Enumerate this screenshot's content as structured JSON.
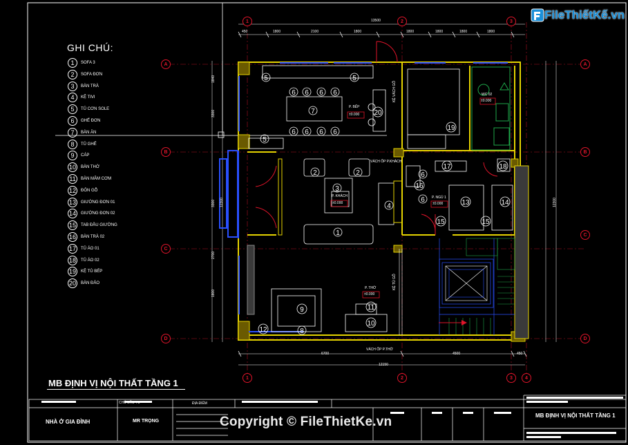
{
  "logo": {
    "text": "FileThiếtKế.vn"
  },
  "legend": {
    "title": "GHI CHÚ:",
    "items": [
      {
        "n": "1",
        "t": "SOFA 3"
      },
      {
        "n": "2",
        "t": "SOFA ĐƠN"
      },
      {
        "n": "3",
        "t": "BÀN TRÀ"
      },
      {
        "n": "4",
        "t": "KỆ TIVI"
      },
      {
        "n": "5",
        "t": "TỦ CƠN SOLE"
      },
      {
        "n": "6",
        "t": "GHẾ ĐƠN"
      },
      {
        "n": "7",
        "t": "BÀN ĂN"
      },
      {
        "n": "8",
        "t": "TỦ GHẾ"
      },
      {
        "n": "9",
        "t": "CÁP"
      },
      {
        "n": "10",
        "t": "BÀN THỜ"
      },
      {
        "n": "11",
        "t": "BÀN MÂM CƠM"
      },
      {
        "n": "12",
        "t": "ĐÔN GỖ"
      },
      {
        "n": "13",
        "t": "GIƯỜNG ĐƠN 01"
      },
      {
        "n": "14",
        "t": "GIƯỜNG ĐƠN 02"
      },
      {
        "n": "15",
        "t": "TAB ĐẦU GIƯỜNG"
      },
      {
        "n": "16",
        "t": "BÀN TRÀ 02"
      },
      {
        "n": "17",
        "t": "TỦ ÁO 01"
      },
      {
        "n": "18",
        "t": "TỦ ÁO 02"
      },
      {
        "n": "19",
        "t": "KỆ TỦ BẾP"
      },
      {
        "n": "20",
        "t": "BÀN ĐẢO"
      }
    ]
  },
  "axes": {
    "rows": [
      "A",
      "B",
      "C",
      "D"
    ],
    "cols": [
      "1",
      "2",
      "3",
      "4"
    ]
  },
  "rooms": [
    {
      "name": "P. BẾP",
      "level": "±0.000"
    },
    {
      "name": "P. KHÁCH",
      "level": "±0.000"
    },
    {
      "name": "P. NGỦ 1",
      "level": "±0.000"
    },
    {
      "name": "P. THỜ",
      "level": "±0.000"
    },
    {
      "name": "WC 02",
      "level": "±0.000"
    }
  ],
  "wall_labels": {
    "vach_khach": "VÁCH ỐP P.KHÁCH",
    "vach_tho": "VÁCH ỐP P.THỜ",
    "ke_vach": "KỆ VÁCH GỖ",
    "ke_tu": "KỆ TỦ GỖ"
  },
  "dimensions": {
    "top_total": "13500",
    "top": [
      "450",
      "1800",
      "2100",
      "1800",
      "1800",
      "1800",
      "1800",
      "1800"
    ],
    "bottom_total": "12150",
    "bottom": [
      "6700",
      "4500",
      "450"
    ],
    "left": [
      "1840",
      "3300",
      "3300",
      "2700",
      "1800"
    ],
    "left_total": "12300",
    "right_total": "12300"
  },
  "title": "MB ĐỊNH VỊ NỘI THẤT TẦNG 1",
  "title_block": {
    "project": "NHÀ Ở GIA ĐÌNH",
    "owner": "MR TRỌNG",
    "sheet_title": "MB ĐỊNH VỊ NỘI THẤT TẦNG 1",
    "chu_dau_tu": "CHỦ ĐẦU TƯ",
    "dia_diem": "ĐỊA ĐIỂM"
  },
  "watermark": "Copyright © FileThietKe.vn"
}
